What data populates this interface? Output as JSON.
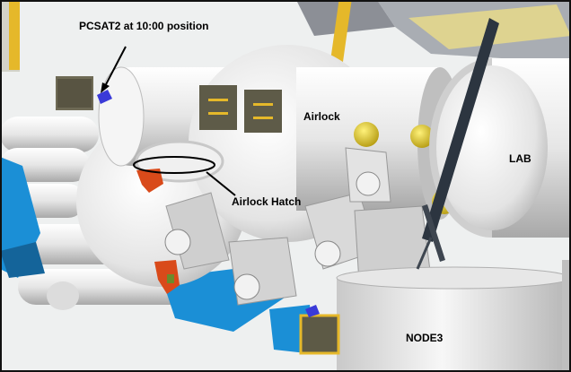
{
  "labels": {
    "pcsat": "PCSAT2 at 10:00 position",
    "airlock": "Airlock",
    "hatch": "Airlock Hatch",
    "lab": "LAB",
    "node3": "NODE3"
  },
  "colors": {
    "background": "#eef0f0",
    "module_light": "#f2f2f2",
    "module_mid": "#d8d8d8",
    "module_dark": "#a9a9a9",
    "truss_blue": "#1b8fd6",
    "yellow_handrail": "#e5b82a",
    "dark_strut": "#2c3540",
    "hatch_red": "#d94a1a",
    "pcsat_blue": "#3a3ad8",
    "annotation": "#000000"
  }
}
